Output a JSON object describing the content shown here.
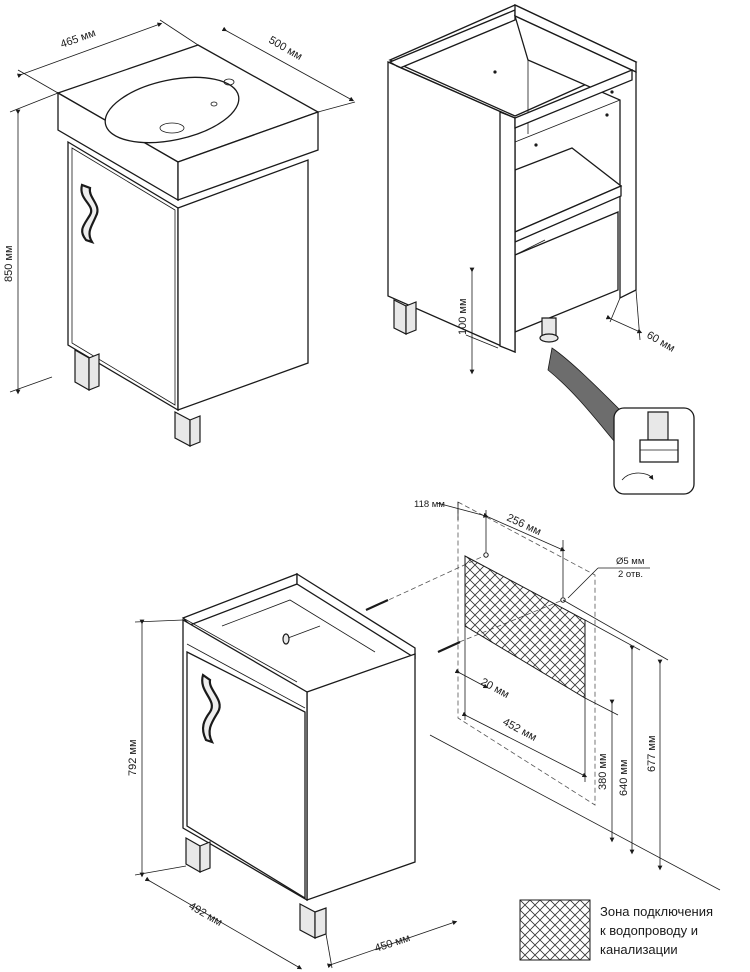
{
  "dimensions": {
    "sink_width": "465 мм",
    "sink_depth": "500 мм",
    "total_height": "850 мм",
    "leg_height": "100 мм",
    "leg_offset": "60 мм",
    "hole_offset": "118 мм",
    "hole_spacing": "256 мм",
    "hole_diameter": "Ø5 мм",
    "hole_count": "2 отв.",
    "zone_offset": "20 мм",
    "zone_width": "452 мм",
    "zone_bottom": "380 мм",
    "zone_top": "640 мм",
    "mount_height": "677 мм",
    "cabinet_height": "792 мм",
    "cabinet_width": "492 мм",
    "cabinet_depth": "450 мм"
  },
  "legend": {
    "line1": "Зона подключения",
    "line2": "к водопроводу и",
    "line3": "канализации"
  }
}
